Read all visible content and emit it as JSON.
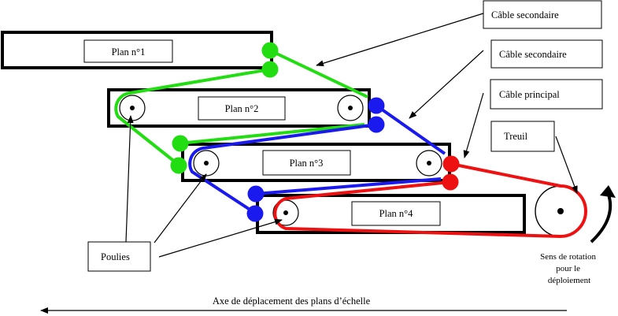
{
  "planes": [
    {
      "label": "Plan n°1"
    },
    {
      "label": "Plan n°2"
    },
    {
      "label": "Plan n°3"
    },
    {
      "label": "Plan n°4"
    }
  ],
  "callouts": {
    "secondary_cable_1": "Câble secondaire",
    "secondary_cable_2": "Câble secondaire",
    "main_cable": "Câble principal",
    "winch": "Treuil",
    "pulleys": "Poulies"
  },
  "rotation_label": [
    "Sens de rotation",
    "pour le",
    "déploiement"
  ],
  "axis_label": "Axe de déplacement des plans d’échelle",
  "colors": {
    "green_cable": "#22dd11",
    "blue_cable": "#1a1aee",
    "red_cable": "#ee1111",
    "outline": "#000000"
  }
}
